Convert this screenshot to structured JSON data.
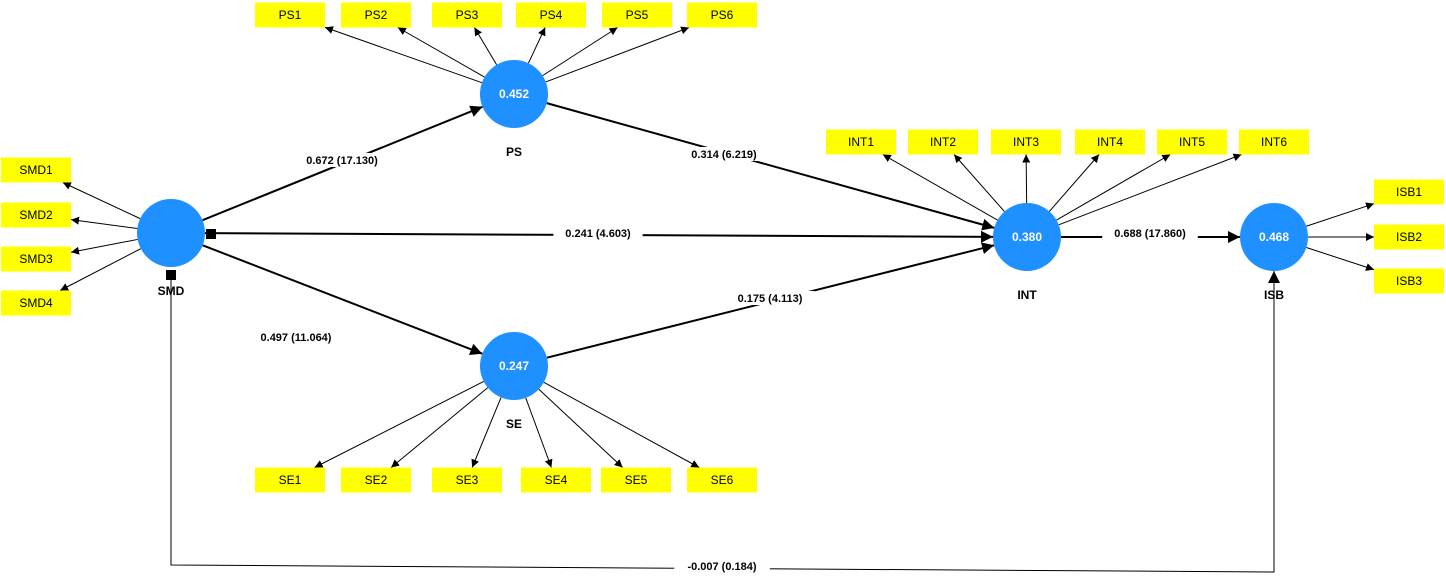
{
  "colors": {
    "construct_fill": "#1e90ff",
    "indicator_fill": "#ffff00",
    "line": "#000000"
  },
  "constructs": [
    {
      "id": "SMD",
      "name": "SMD",
      "value": ""
    },
    {
      "id": "PS",
      "name": "PS",
      "value": "0.452"
    },
    {
      "id": "SE",
      "name": "SE",
      "value": "0.247"
    },
    {
      "id": "INT",
      "name": "INT",
      "value": "0.380"
    },
    {
      "id": "ISB",
      "name": "ISB",
      "value": "0.468"
    }
  ],
  "indicators": {
    "PS": [
      "PS1",
      "PS2",
      "PS3",
      "PS4",
      "PS5",
      "PS6"
    ],
    "SE": [
      "SE1",
      "SE2",
      "SE3",
      "SE4",
      "SE5",
      "SE6"
    ],
    "SMD": [
      "SMD1",
      "SMD2",
      "SMD3",
      "SMD4"
    ],
    "INT": [
      "INT1",
      "INT2",
      "INT3",
      "INT4",
      "INT5",
      "INT6"
    ],
    "ISB": [
      "ISB1",
      "ISB2",
      "ISB3"
    ]
  },
  "paths": [
    {
      "from": "SMD",
      "to": "PS",
      "label": "0.672 (17.130)"
    },
    {
      "from": "PS",
      "to": "INT",
      "label": "0.314 (6.219)"
    },
    {
      "from": "SMD",
      "to": "INT",
      "label": "0.241 (4.603)"
    },
    {
      "from": "INT",
      "to": "ISB",
      "label": "0.688 (17.860)"
    },
    {
      "from": "SE",
      "to": "INT",
      "label": "0.175 (4.113)"
    },
    {
      "from": "SMD",
      "to": "SE",
      "label": "0.497 (11.064)"
    },
    {
      "from": "SMD",
      "to": "ISB",
      "label": "-0.007 (0.184)"
    }
  ]
}
